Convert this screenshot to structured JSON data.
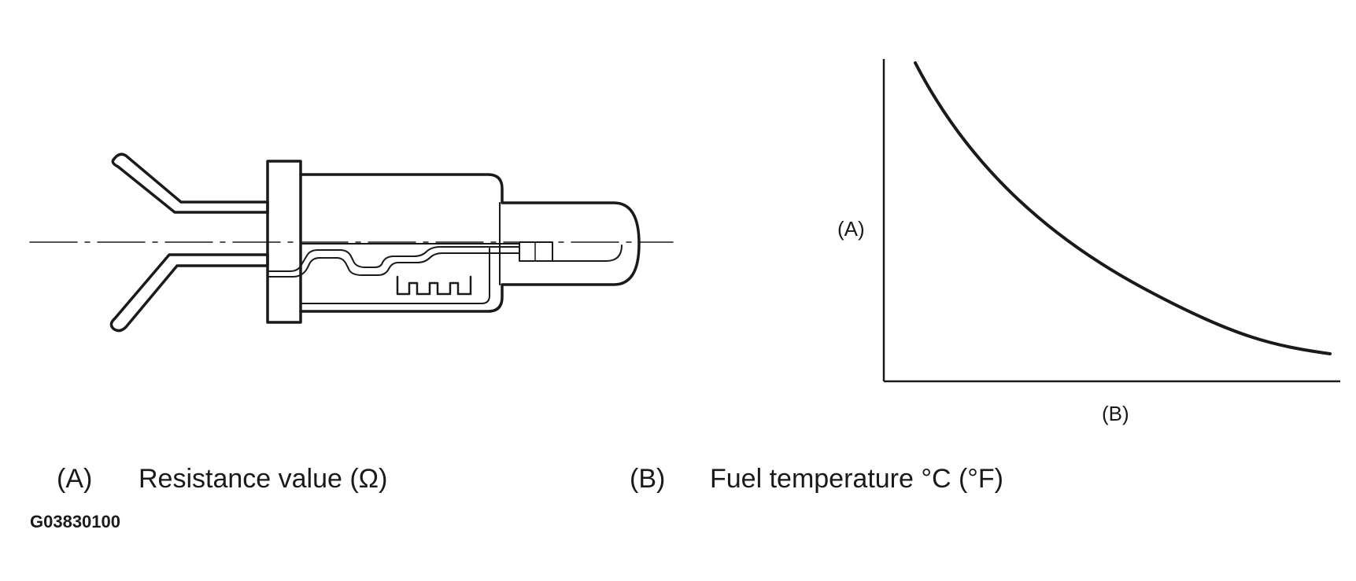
{
  "graph": {
    "y_axis_tag": "(A)",
    "x_axis_tag": "(B)",
    "curve": "decreasing",
    "chart_data": {
      "type": "line",
      "xlabel": "(B)",
      "ylabel": "(A)",
      "trend": "Resistance decreases as fuel temperature increases"
    }
  },
  "legend": {
    "a_key": "(A)",
    "a_text": "Resistance value (Ω)",
    "b_key": "(B)",
    "b_text": "Fuel temperature °C (°F)"
  },
  "figure_code": "G03830100",
  "colors": {
    "ink": "#1a1a1a",
    "background": "#ffffff"
  },
  "icons": [
    "fuel-temperature-sensor-icon"
  ]
}
